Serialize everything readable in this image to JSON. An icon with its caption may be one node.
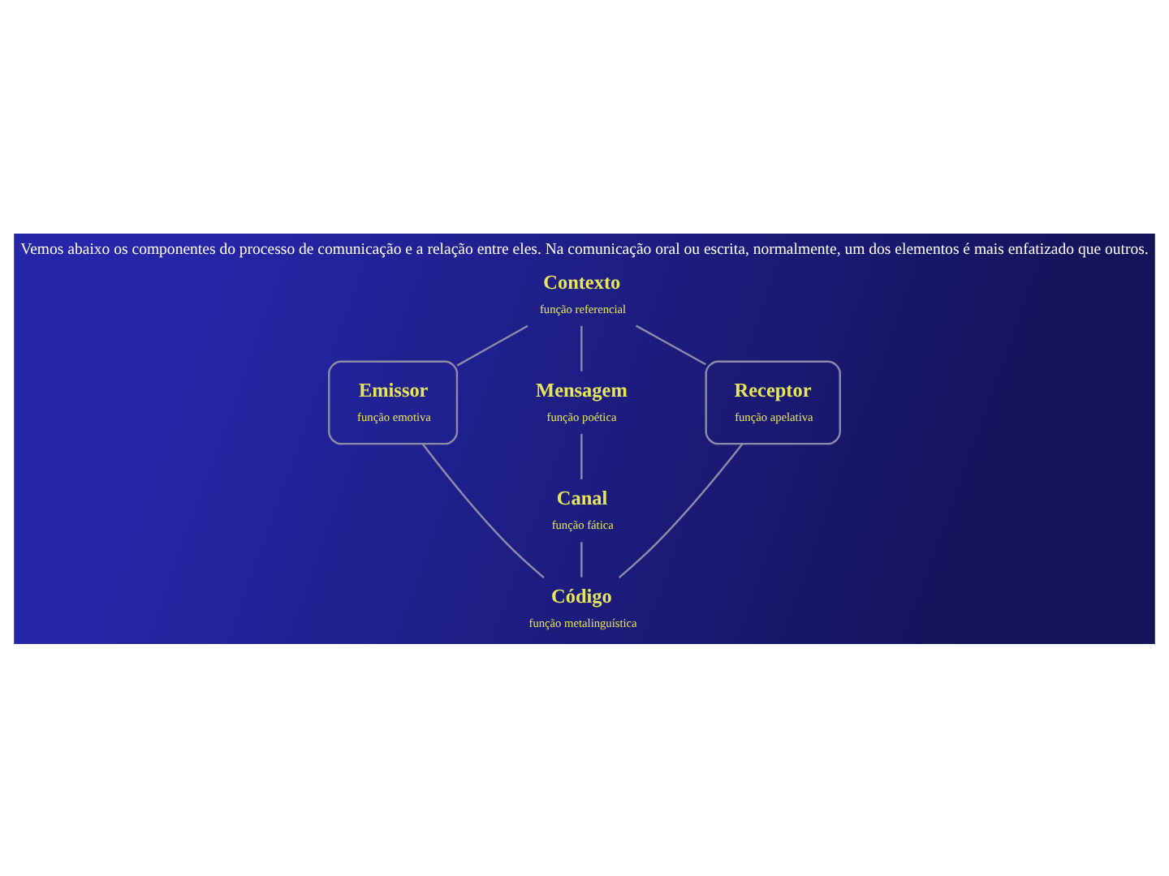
{
  "diagram": {
    "title": "Vemos abaixo os componentes do processo de comunicação e a relação entre eles. Na comunicação oral ou escrita, normalmente, um dos elementos é mais enfatizado que outros.",
    "nodes": [
      {
        "text": [
          "Contexto",
          "função referencial"
        ]
      },
      {
        "text": [
          "Emissor",
          "função emotiva"
        ]
      },
      {
        "text": [
          "Mensagem",
          "função poética"
        ]
      },
      {
        "text": [
          "Receptor",
          "função apelativa"
        ]
      },
      {
        "text": [
          "Canal",
          "função fática"
        ]
      },
      {
        "text": [
          "Código",
          "função metalinguística"
        ]
      }
    ],
    "edges": [
      {
        "from": 0,
        "to": 1,
        "arrow": "none"
      },
      {
        "from": 0,
        "to": 3,
        "arrow": "none"
      },
      {
        "from": 0,
        "to": 2,
        "arrow": "none"
      },
      {
        "from": 2,
        "to": 4,
        "arrow": "none"
      },
      {
        "from": 4,
        "to": 5,
        "arrow": "none"
      },
      {
        "from": 1,
        "to": 5,
        "arrow": "none"
      },
      {
        "from": 3,
        "to": 5,
        "arrow": "none"
      }
    ]
  }
}
